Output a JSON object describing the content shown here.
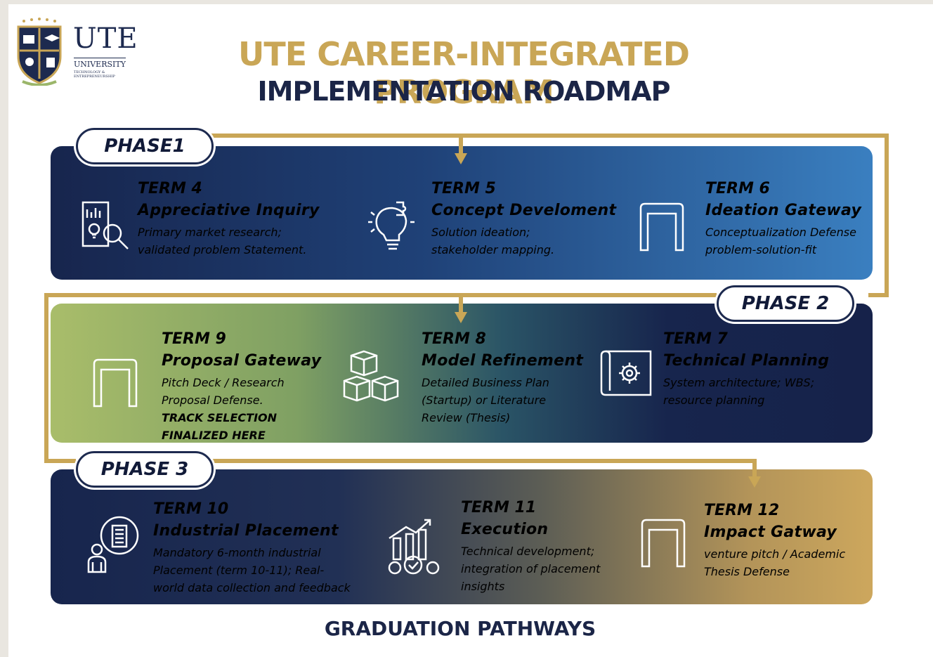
{
  "colors": {
    "gold": "#c9a656",
    "navy": "#1b2547",
    "white": "#ffffff"
  },
  "logo": {
    "name": "UTE",
    "university": "UNIVERSITY",
    "tagline": "TECHNOLOGY & ENTREPRENEURSHIP"
  },
  "header": {
    "title": "UTE CAREER-INTEGRATED PROGRAM",
    "subtitle": "IMPLEMENTATION ROADMAP"
  },
  "phases": [
    {
      "label": "PHASE1",
      "terms": [
        {
          "term": "TERM 4",
          "name": "Appreciative Inquiry",
          "desc": [
            "Primary  market research;",
            "validated problem Statement."
          ],
          "icon": "research-icon"
        },
        {
          "term": "TERM 5",
          "name": "Concept Develoment",
          "desc": [
            "Solution ideation;",
            "stakeholder mapping."
          ],
          "icon": "lightbulb-puzzle-icon"
        },
        {
          "term": "TERM 6",
          "name": "Ideation Gateway",
          "desc": [
            "Conceptualization Defense",
            "problem-solution-fit"
          ],
          "icon": "gateway-icon"
        }
      ]
    },
    {
      "label": "PHASE 2",
      "terms": [
        {
          "term": "TERM 9",
          "name": "Proposal Gateway",
          "desc": [
            "Pitch Deck / Research",
            "Proposal Defense."
          ],
          "note": [
            "TRACK SELECTION",
            "FINALIZED HERE"
          ],
          "icon": "gateway-icon"
        },
        {
          "term": "TERM 8",
          "name": "Model Refinement",
          "desc": [
            "Detailed Business Plan",
            "(Startup) or  Literature",
            "Review (Thesis)"
          ],
          "icon": "boxes-icon"
        },
        {
          "term": "TERM 7",
          "name": "Technical Planning",
          "desc": [
            "System architecture; WBS;",
            "resource planning"
          ],
          "icon": "blueprint-gear-icon"
        }
      ]
    },
    {
      "label": "PHASE 3",
      "terms": [
        {
          "term": "TERM 10",
          "name": "Industrial Placement",
          "desc": [
            "Mandatory 6-month industrial",
            "Placement (term 10-11); Real-",
            "world data collection and feedback"
          ],
          "icon": "industry-worker-icon"
        },
        {
          "term": "TERM 11",
          "name": "Execution",
          "desc": [
            "Technical development;",
            "integration of placement",
            "insights"
          ],
          "icon": "growth-gears-icon"
        },
        {
          "term": "TERM 12",
          "name": "Impact Gatway",
          "desc": [
            "venture pitch / Academic",
            "Thesis Defense"
          ],
          "icon": "gateway-icon"
        }
      ]
    }
  ],
  "footer": {
    "label": "GRADUATION PATHWAYS"
  }
}
